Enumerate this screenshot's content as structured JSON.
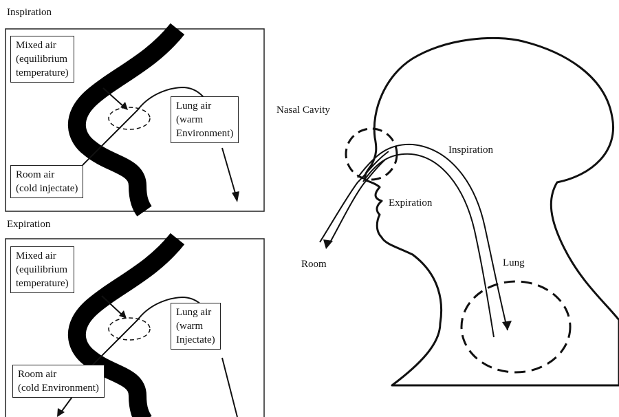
{
  "colors": {
    "ink": "#111111",
    "background": "#ffffff"
  },
  "top_panel": {
    "title": "Inspiration",
    "mixed_air": [
      "Mixed air",
      "(equilibrium",
      "temperature)"
    ],
    "lung_air": [
      "Lung air",
      "(warm",
      "Environment)"
    ],
    "room_air": [
      "Room air",
      "(cold injectate)"
    ]
  },
  "bottom_panel": {
    "title": "Expiration",
    "mixed_air": [
      "Mixed air",
      "(equilibrium",
      "temperature)"
    ],
    "lung_air": [
      "Lung air",
      "(warm",
      "Injectate)"
    ],
    "room_air": [
      "Room air",
      "(cold Environment)"
    ]
  },
  "head": {
    "nasal_cavity": "Nasal Cavity",
    "inspiration": "Inspiration",
    "expiration": "Expiration",
    "room": "Room",
    "lung": "Lung"
  }
}
